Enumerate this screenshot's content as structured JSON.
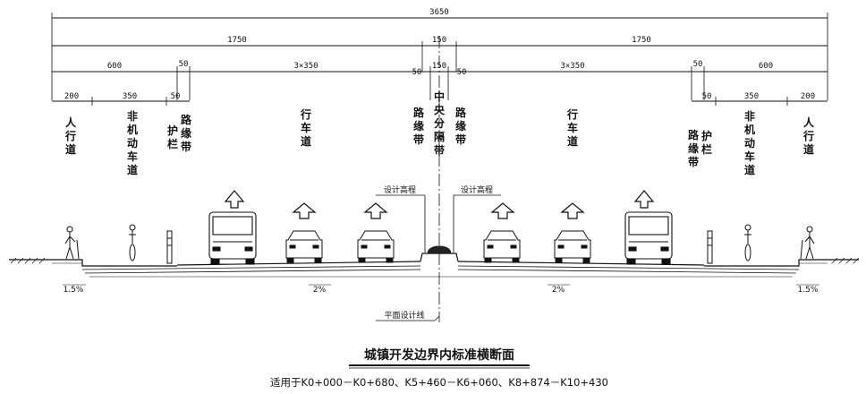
{
  "dimensions": {
    "total": "3650",
    "half_left": "1750",
    "median_top": "150",
    "half_right": "1750",
    "left_side": "600",
    "left_guard": "50",
    "left_lanes": "3×350",
    "median_curb_left": "50",
    "median_mid": "150",
    "median_curb_right": "50",
    "right_lanes": "3×350",
    "right_guard": "50",
    "right_side": "600",
    "left_sidewalk": "200",
    "left_bike": "350",
    "left_rail": "50",
    "right_rail": "50",
    "right_bike": "350",
    "right_sidewalk": "200"
  },
  "zones": {
    "left_sidewalk": "人行道",
    "left_bike": "非机动车道",
    "left_rail": "护栏",
    "left_green": "路缘带",
    "left_roadway": "行车道",
    "median_left_green": "路缘带",
    "median": "中央分隔带",
    "median_right_green": "路缘带",
    "right_roadway": "行车道",
    "right_green": "路缘带",
    "right_rail": "护栏",
    "right_bike": "非机动车道",
    "right_sidewalk": "人行道"
  },
  "annotations": {
    "design_elev_left": "设计高程",
    "design_elev_right": "设计高程",
    "plan_line": "平面设计线",
    "slope_left_sidewalk": "1.5%",
    "slope_left_road": "2%",
    "slope_right_road": "2%",
    "slope_right_sidewalk": "1.5%"
  },
  "title": "城镇开发边界内标准横断面",
  "subtitle": "适用于K0+000－K0+680、K5+460－K6+060、K8+874－K10+430"
}
